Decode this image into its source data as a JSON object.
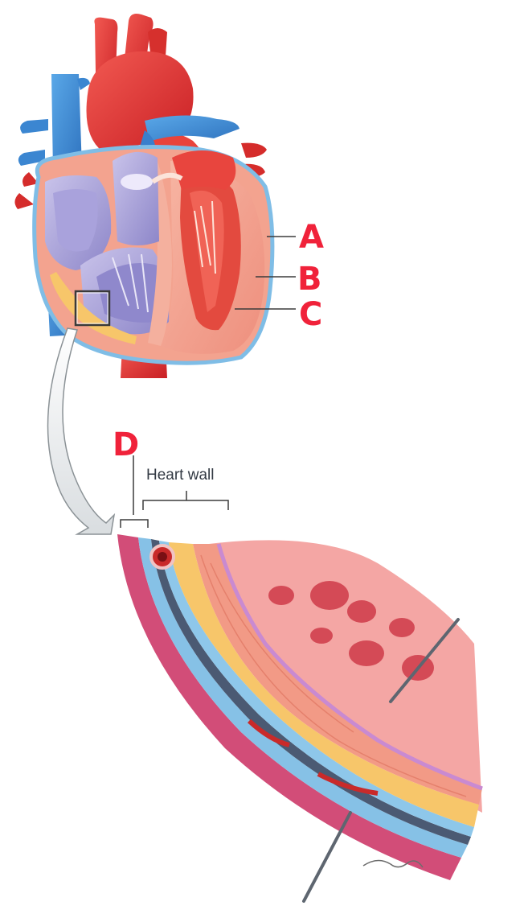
{
  "labels": {
    "a": "A",
    "b": "B",
    "c": "C",
    "d": "D",
    "heart_wall": "Heart wall"
  },
  "colors": {
    "oxygenated": "#e8312f",
    "deoxygenated": "#3f8fd6",
    "myocardium": "#f2a08e",
    "fat": "#f7c66a",
    "pericardium_outer": "#d24d78",
    "pericardium_blue": "#86c1e6",
    "handwriting": "#f0223a",
    "leader_line": "#3b3b3b"
  }
}
